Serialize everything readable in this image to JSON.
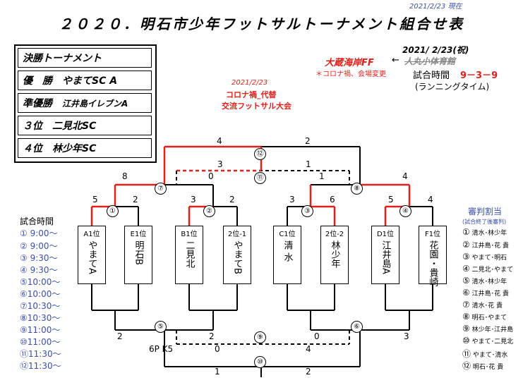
{
  "title": "２０２０．明石市少年フットサルトーナメント組合せ表",
  "date_note": "2021/2/23 現在",
  "winners": {
    "header": "決勝トーナメント",
    "rows": [
      {
        "rank": "優　勝",
        "team": "やまてSC A"
      },
      {
        "rank": "準優勝",
        "team": "江井島イレブンA"
      },
      {
        "rank": "３位",
        "team": "二見北SC"
      },
      {
        "rank": "４位",
        "team": "林少年SC"
      }
    ]
  },
  "venue": {
    "date": "2021/ 2/23(祝)",
    "new": "大蔵海岸FF",
    "arrow": "←",
    "old": "人丸小体育館",
    "note": "＊コロナ禍、会場変更",
    "start_label": "試合時間",
    "start_time": "9－3－9",
    "running": "(ランニングタイム)"
  },
  "consolation": {
    "date": "2021/2/23",
    "line1": "コロナ禍_代替",
    "line2": "交流フットサル大会"
  },
  "schedule": {
    "title": "試合時間",
    "items": [
      "① 9:00～",
      "② 9:00～",
      "③ 9:30～",
      "④ 9:30～",
      "⑤10:00～",
      "⑥10:00～",
      "⑦10:30～",
      "⑧10:30～",
      "⑨11:00～",
      "⑩11:00～",
      "⑪11:30～",
      "⑫11:30～"
    ]
  },
  "referees": {
    "title": "審判割当",
    "subtitle": "(試合終了後審判)",
    "items": [
      {
        "no": "①",
        "pair": "清水･林少年"
      },
      {
        "no": "②",
        "pair": "江井島･花 貴"
      },
      {
        "no": "③",
        "pair": "やまて･明石"
      },
      {
        "no": "④",
        "pair": "二見北･やまて"
      },
      {
        "no": "⑤",
        "pair": "清水･林少年"
      },
      {
        "no": "⑥",
        "pair": "江井島･花 貴"
      },
      {
        "no": "⑦",
        "pair": "清水･花 貴"
      },
      {
        "no": "⑧",
        "pair": "明石･やまて"
      },
      {
        "no": "⑨",
        "pair": "林少年･江井島"
      },
      {
        "no": "⑩",
        "pair": "やまて･二見北"
      },
      {
        "no": "⑪",
        "pair": "やまて･清水"
      },
      {
        "no": "⑫",
        "pair": "明石･花 貴"
      }
    ]
  },
  "teams": [
    {
      "code": "A1位",
      "name": "やまてA"
    },
    {
      "code": "E1位",
      "name": "明石B"
    },
    {
      "code": "B1位",
      "name": "二見北"
    },
    {
      "code": "2位-1",
      "name": "やまてB"
    },
    {
      "code": "C1位",
      "name": "清 水"
    },
    {
      "code": "2位-2",
      "name": "林少年"
    },
    {
      "code": "D1位",
      "name": "江井島A"
    },
    {
      "code": "F1位",
      "name": "花園・貴崎"
    }
  ],
  "scores": {
    "m1": [
      "5",
      "2"
    ],
    "m2": [
      "3",
      "2"
    ],
    "m3": [
      "3",
      "6"
    ],
    "m4": [
      "5",
      "4"
    ],
    "m7": [
      "8",
      "0"
    ],
    "m8": [
      "1",
      "4"
    ],
    "m11": [
      "3",
      "1"
    ],
    "m12": [
      "4",
      "2"
    ],
    "m5": [
      "2",
      "2"
    ],
    "m6": [
      "0",
      "3"
    ],
    "m9": [
      "0",
      "4"
    ],
    "m10": [
      "1",
      "2"
    ],
    "pk": "6P K5"
  },
  "match_labels": {
    "m1": "①",
    "m2": "②",
    "m3": "③",
    "m4": "④",
    "m5": "⑤",
    "m6": "⑥",
    "m7": "⑦",
    "m8": "⑧",
    "m9": "⑨",
    "m10": "⑩",
    "m11": "⑪",
    "m12": "⑫"
  },
  "colors": {
    "win": "#e0201b",
    "line": "#000000",
    "accent": "#3b4fa8"
  }
}
